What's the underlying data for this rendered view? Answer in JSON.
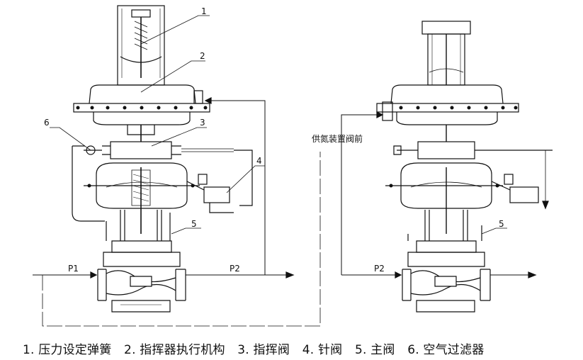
{
  "callouts": {
    "c1": "1",
    "c2": "2",
    "c3": "3",
    "c4": "4",
    "c5_left": "5",
    "c5_right": "5",
    "c6": "6"
  },
  "flow_labels": {
    "p1": "P1",
    "p2_left": "P2",
    "p2_right": "P2"
  },
  "supply_label": "供氮装置阀前",
  "legend": [
    "1. 压力设定弹簧",
    "2. 指挥器执行机构",
    "3. 指挥阀",
    "4. 针阀",
    "5. 主阀",
    "6. 空气过滤器"
  ]
}
